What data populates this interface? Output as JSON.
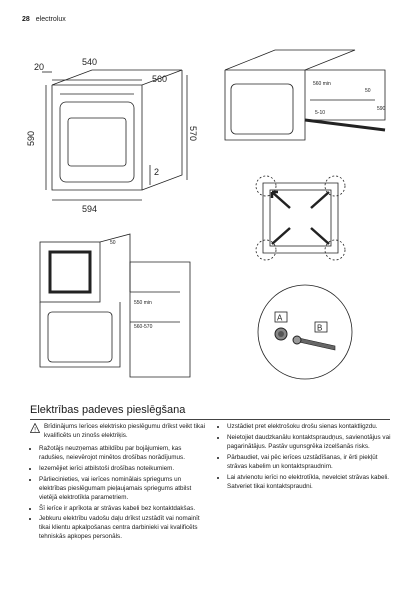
{
  "header": {
    "page_number": "28",
    "brand": "electrolux"
  },
  "figures": {
    "oven_front_dims": {
      "top": "20",
      "width": "540",
      "depth": "560",
      "height": "590",
      "side": "570",
      "bottom_width": "594",
      "gap": "2"
    },
    "kitchen_install_dims": {
      "top": "560 min",
      "side": "50",
      "height": "590",
      "bottom": "5-10"
    },
    "cabinet_dims": {
      "corner": "50",
      "inner_w": "550 min",
      "inner_h": "560-570"
    },
    "screws_labels": {
      "a": "A",
      "b": "B"
    }
  },
  "section": {
    "title": "Elektrības padeves pieslēgšana",
    "warning": "Brīdinājums Ierīces elektrisko pieslēgumu drīkst veikt tikai kvalificēts un zinošs elektriķis.",
    "left_items": [
      "Ražotājs neuzņemas atbildību par bojājumiem, kas radušies, neievērojot minētos drošības norādījumus.",
      "Iezemējiet ierīci atbilstoši drošības noteikumiem.",
      "Pārliecinieties, vai ierīces nominālais spriegums un elektrības pieslēgumam pieļaujamais spriegums atbilst vietējā elektrotīkla parametriem.",
      "Šī ierīce ir aprīkota ar strāvas kabeli bez kontaktdakšas.",
      "Jebkuru elektrību vadošu daļu drīkst uzstādīt vai nomainīt tikai klientu apkalpošanas centra darbinieki vai kvalificēts tehniskās apkopes personāls."
    ],
    "right_items": [
      "Uzstādiet pret elektrošoku drošu sienas kontaktligzdu.",
      "Neietojiet daudzkanālu kontaktspraudņus, savienotājus vai pagarinātājus. Pastāv ugunsgrēka izcelšanās risks.",
      "Pārbaudiet, vai pēc ierīces uzstādīšanas, ir ērti piekļūt strāvas kabelim un kontaktspraudnim.",
      "Lai atvienotu ierīci no elektrotīkla, nevelciet strāvas kabeli. Satveriet tikai kontaktspraudni."
    ]
  }
}
